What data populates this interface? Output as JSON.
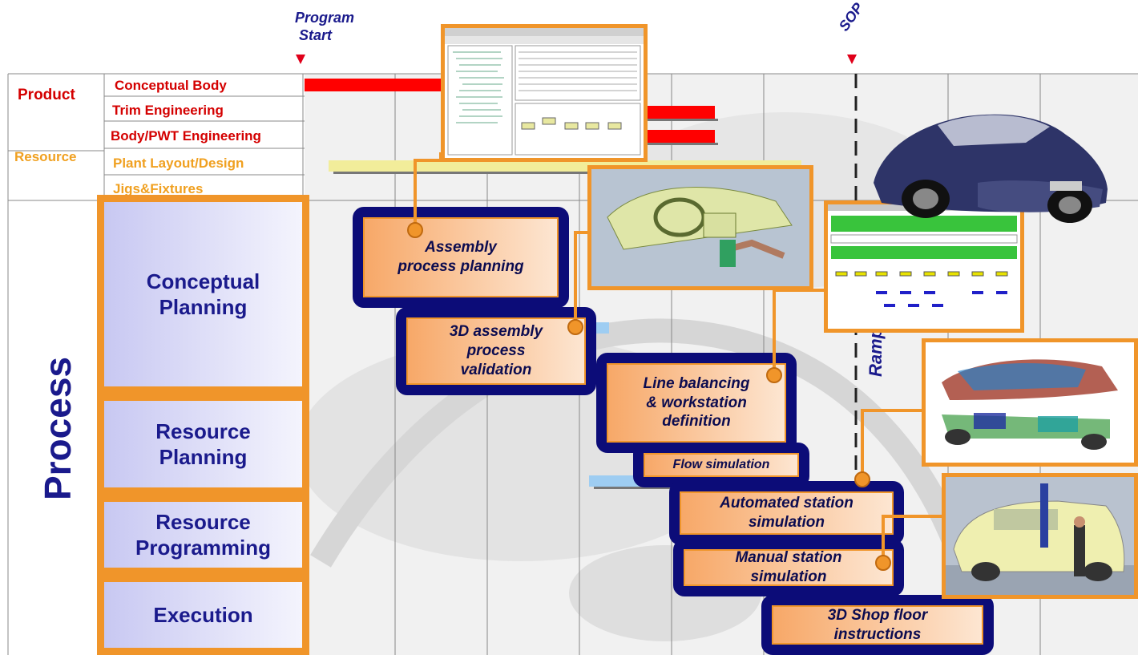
{
  "header": {
    "program_start": "Program Start",
    "program_start_line1": "Program",
    "program_start_line2": "Start",
    "sop": "SOP",
    "ramp_up": "Ramp u"
  },
  "rows": {
    "product": "Product",
    "resource": "Resource",
    "conceptual_body": "Conceptual Body",
    "trim_engineering": "Trim Engineering",
    "body_pwt_engineering": "Body/PWT Engineering",
    "plant_layout_design": "Plant Layout/Design",
    "jigs_fixtures": "Jigs&Fixtures"
  },
  "process": {
    "title": "Process",
    "stages": [
      {
        "line1": "Conceptual",
        "line2": "Planning"
      },
      {
        "line1": "Resource",
        "line2": "Planning"
      },
      {
        "line1": "Resource",
        "line2": "Programming"
      },
      {
        "line1": "Execution",
        "line2": ""
      }
    ]
  },
  "steps": {
    "assembly_planning": {
      "line1": "Assembly",
      "line2": "process planning"
    },
    "validation": {
      "line1": "3D assembly",
      "line2": "process",
      "line3": "validation"
    },
    "line_balancing": {
      "line1": "Line balancing",
      "line2": "& workstation",
      "line3": "definition"
    },
    "flow_simulation": "Flow simulation",
    "automated_station": {
      "line1": "Automated station",
      "line2": "simulation"
    },
    "manual_station": {
      "line1": "Manual station",
      "line2": "simulation"
    },
    "shop_floor": {
      "line1": "3D Shop floor",
      "line2": "instructions"
    }
  },
  "colors": {
    "navy": "#0c0c78",
    "orange": "#f0952a",
    "red": "#ff0000",
    "stage_fill": "#c8c8f2"
  },
  "icons": [
    "software-screenshot",
    "cockpit-3d-model",
    "gantt-screenshot",
    "car-photo",
    "car-exploded-3d-model",
    "minivan-assembly-3d-model",
    "arrow-down-icon"
  ]
}
